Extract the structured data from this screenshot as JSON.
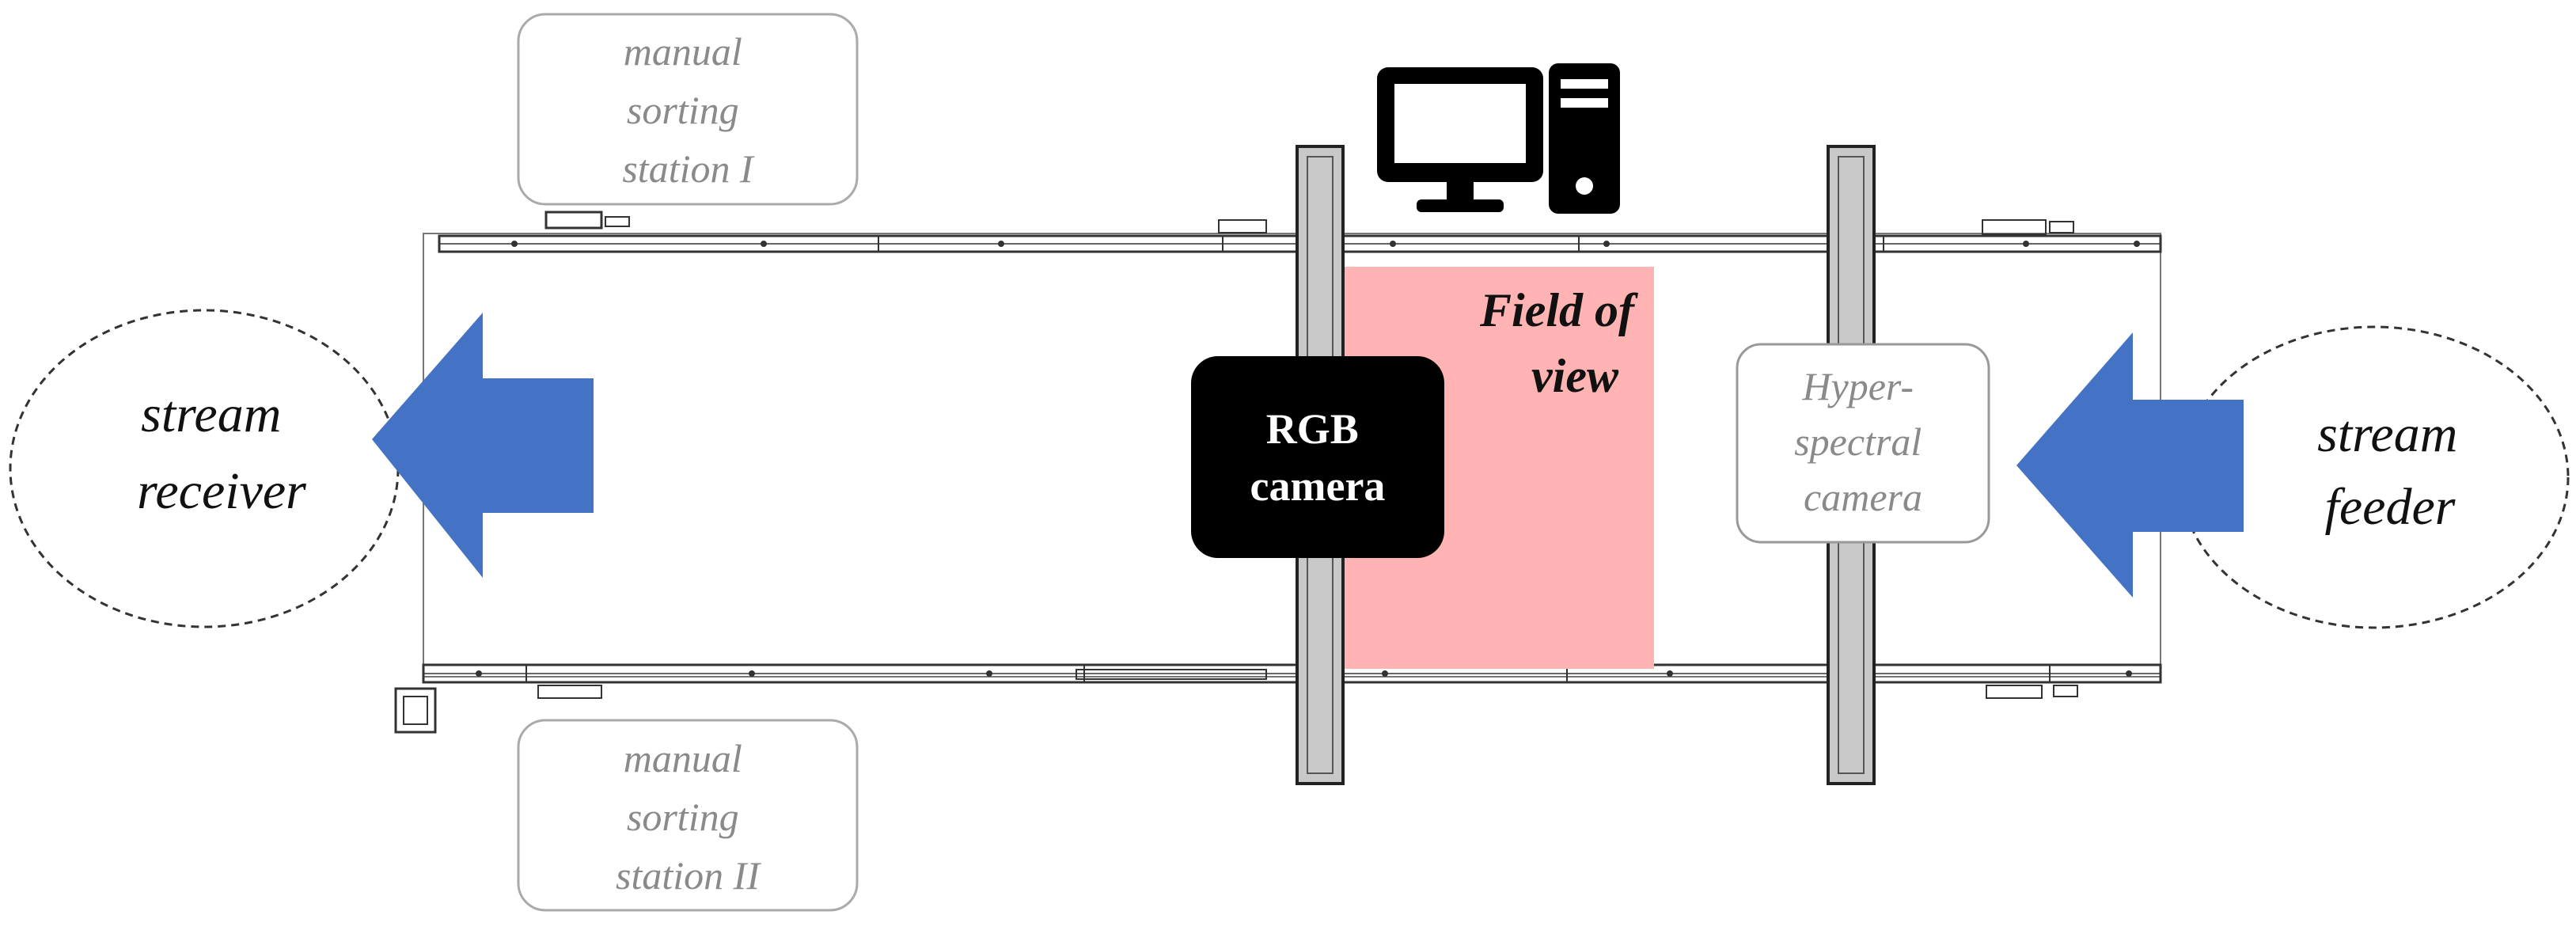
{
  "diagram": {
    "manual_station_1": [
      "manual",
      "sorting",
      "station I"
    ],
    "manual_station_2": [
      "manual",
      "sorting",
      "station II"
    ],
    "stream_receiver": [
      "stream",
      "receiver"
    ],
    "stream_feeder": [
      "stream",
      "feeder"
    ],
    "rgb_camera": [
      "RGB",
      "camera"
    ],
    "hyperspectral_camera": [
      "Hyper-",
      "spectral",
      "camera"
    ],
    "field_of_view": [
      "Field of",
      "view"
    ],
    "icons": [
      "computer-monitor-icon",
      "computer-tower-icon"
    ],
    "colors": {
      "arrow": "#4472c4",
      "field_of_view": "#ffb3b3",
      "camera_bar": "#c8c8c8",
      "rgb_box": "#000000",
      "conveyor_line": "#333333",
      "grey_text": "#8a8a8a"
    }
  }
}
